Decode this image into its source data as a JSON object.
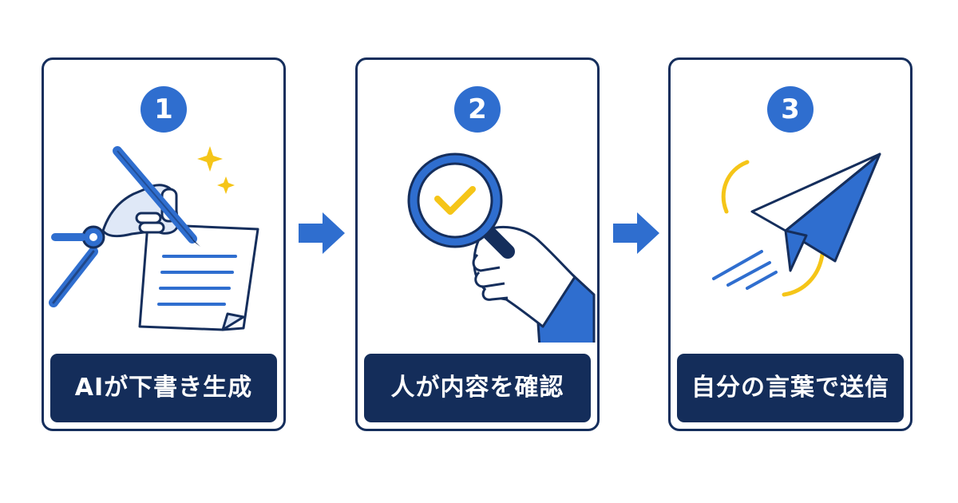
{
  "steps": [
    {
      "number": "1",
      "label": "AIが下書き生成",
      "icon": "robot-hand-writing-icon"
    },
    {
      "number": "2",
      "label": "人が内容を確認",
      "icon": "magnifier-check-icon"
    },
    {
      "number": "3",
      "label": "自分の言葉で送信",
      "icon": "paper-plane-icon"
    }
  ],
  "colors": {
    "navy": "#152e5c",
    "blue": "#2f6ecf",
    "yellow": "#f5c518"
  }
}
